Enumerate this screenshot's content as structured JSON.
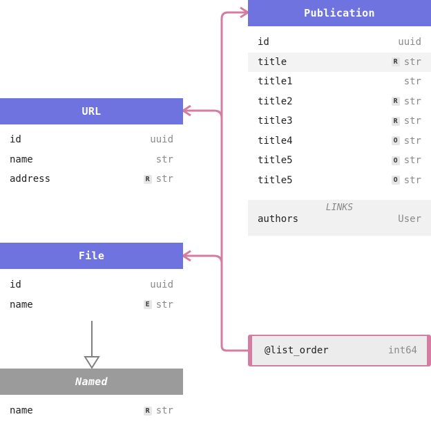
{
  "publication": {
    "title": "Publication",
    "fields": [
      {
        "name": "id",
        "mod": "",
        "type": "uuid"
      },
      {
        "name": "title",
        "mod": "R",
        "type": "str"
      },
      {
        "name": "title1",
        "mod": "",
        "type": "str"
      },
      {
        "name": "title2",
        "mod": "R",
        "type": "str"
      },
      {
        "name": "title3",
        "mod": "R",
        "type": "str"
      },
      {
        "name": "title4",
        "mod": "O",
        "type": "str"
      },
      {
        "name": "title5",
        "mod": "O",
        "type": "str"
      },
      {
        "name": "title5",
        "mod": "O",
        "type": "str"
      }
    ],
    "links_label": "LINKS",
    "links": [
      {
        "name": "authors",
        "type": "User"
      }
    ]
  },
  "url": {
    "title": "URL",
    "fields": [
      {
        "name": "id",
        "mod": "",
        "type": "uuid"
      },
      {
        "name": "name",
        "mod": "",
        "type": "str"
      },
      {
        "name": "address",
        "mod": "R",
        "type": "str"
      }
    ]
  },
  "file": {
    "title": "File",
    "fields": [
      {
        "name": "id",
        "mod": "",
        "type": "uuid"
      },
      {
        "name": "name",
        "mod": "E",
        "type": "str"
      }
    ]
  },
  "named": {
    "title": "Named",
    "fields": [
      {
        "name": "name",
        "mod": "R",
        "type": "str"
      }
    ]
  },
  "link_property": {
    "name": "@list_order",
    "type": "int64"
  },
  "colors": {
    "header": "#6e73e0",
    "abstract_header": "#9b9b9b",
    "link": "#d57ca2",
    "inherit": "#808080"
  }
}
